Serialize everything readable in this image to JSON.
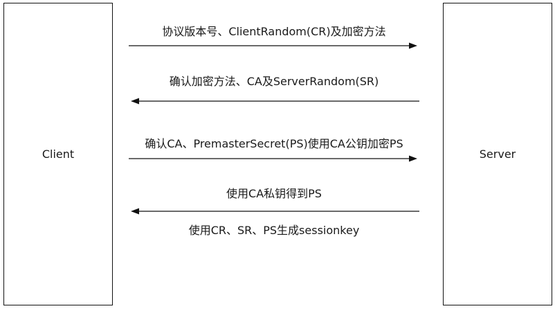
{
  "actors": {
    "client": "Client",
    "server": "Server"
  },
  "messages": [
    {
      "text": "协议版本号、ClientRandom(CR)及加密方法",
      "direction": "client-to-server"
    },
    {
      "text": "确认加密方法、CA及ServerRandom(SR)",
      "direction": "server-to-client"
    },
    {
      "text": "确认CA、PremasterSecret(PS)使用CA公钥加密PS",
      "direction": "client-to-server"
    },
    {
      "text": "使用CA私钥得到PS",
      "direction": "server-to-client"
    },
    {
      "text": "使用CR、SR、PS生成sessionkey",
      "direction": "none"
    }
  ],
  "colors": {
    "line": "#111111",
    "background": "#ffffff"
  }
}
